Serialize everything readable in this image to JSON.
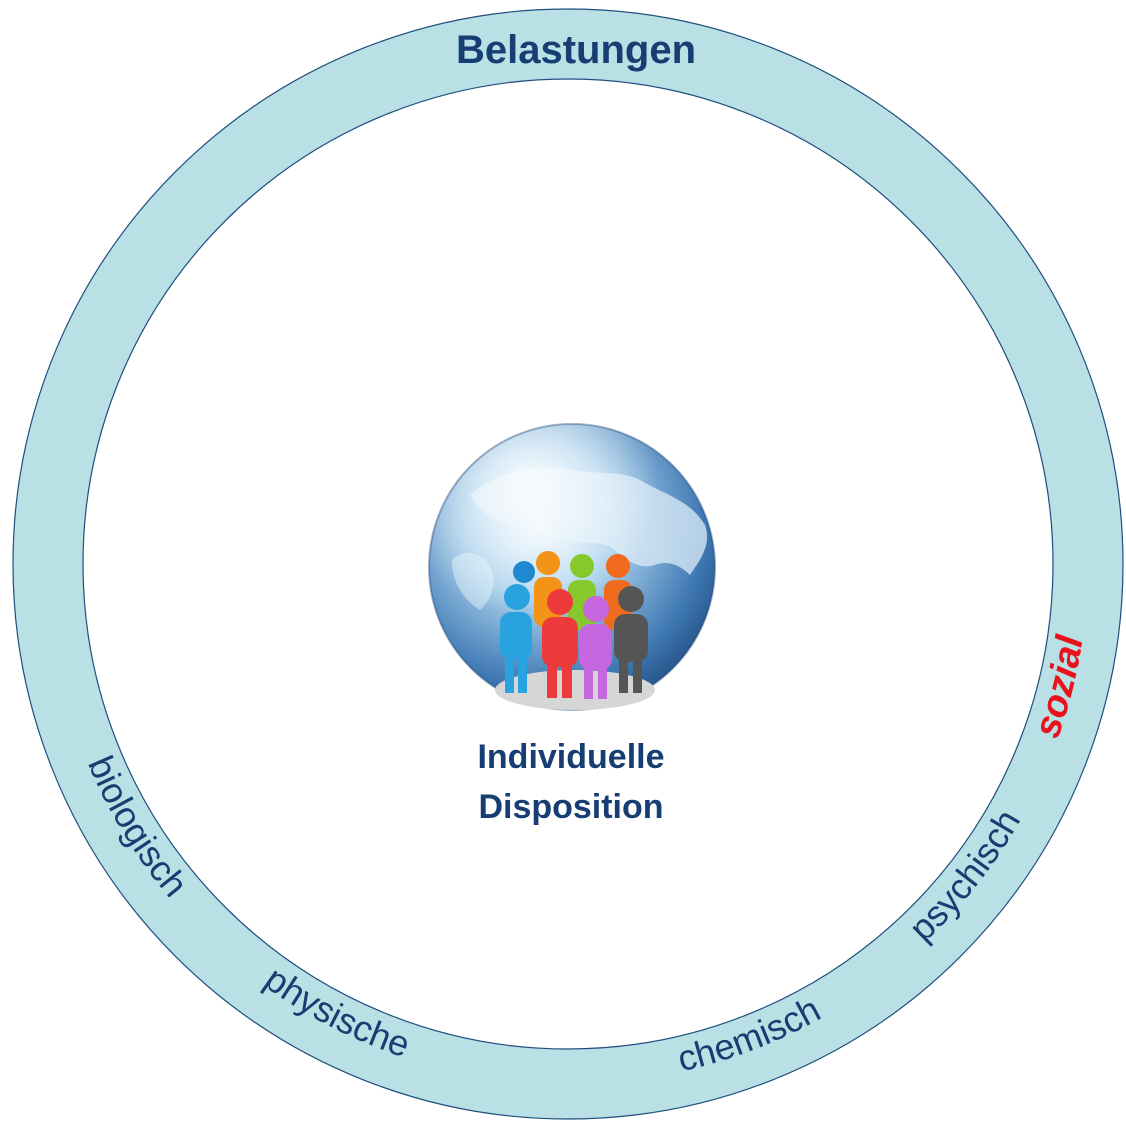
{
  "diagram": {
    "title": "Belastungen",
    "center_label_line1": "Individuelle",
    "center_label_line2": "Disposition",
    "ring_labels": {
      "biologisch": "biologisch",
      "physische": "physische",
      "chemisch": "chemisch",
      "psychisch": "psychisch",
      "sozial": "sozial"
    },
    "center_image": "globe-with-people",
    "colors": {
      "ring_fill": "#b9e0e4",
      "ring_stroke": "#1f4f7f",
      "text_primary": "#163e72",
      "text_highlight": "#e8121c",
      "background": "#ffffff"
    }
  }
}
